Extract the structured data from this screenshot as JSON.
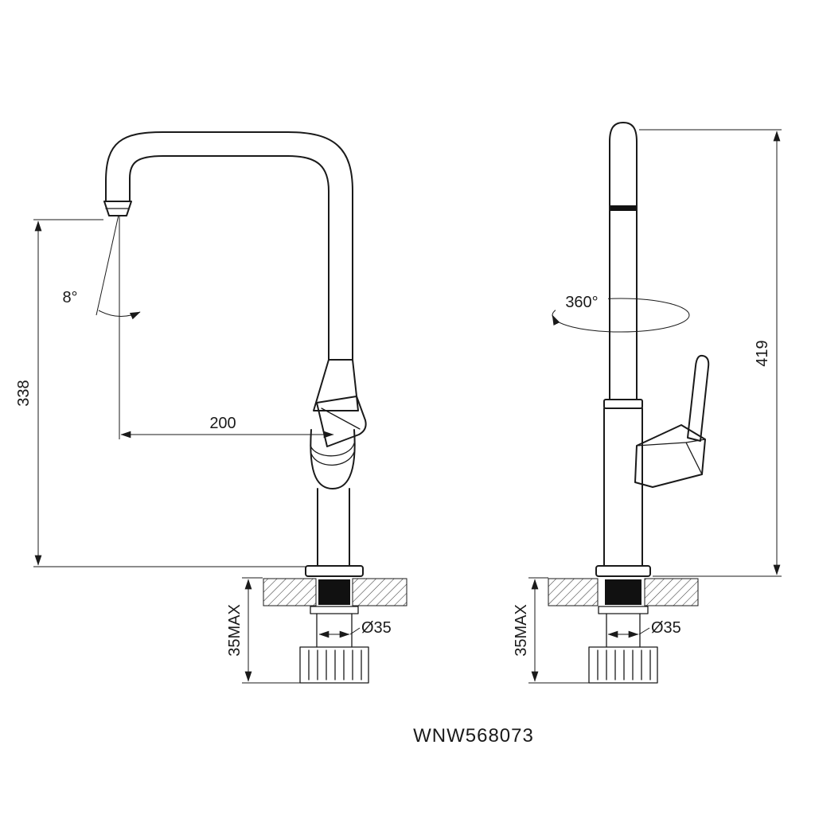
{
  "model_number": "WNW568073",
  "colors": {
    "line": "#1a1a1a",
    "background": "#ffffff"
  },
  "dimensions": {
    "spout_height": "338",
    "spout_reach": "200",
    "spout_tilt_angle": "8°",
    "swivel_rotation": "360°",
    "overall_height": "419",
    "front_hole_diameter": "Ø35",
    "side_hole_diameter": "Ø35",
    "front_max_thickness": "35MAX",
    "side_max_thickness": "35MAX"
  }
}
